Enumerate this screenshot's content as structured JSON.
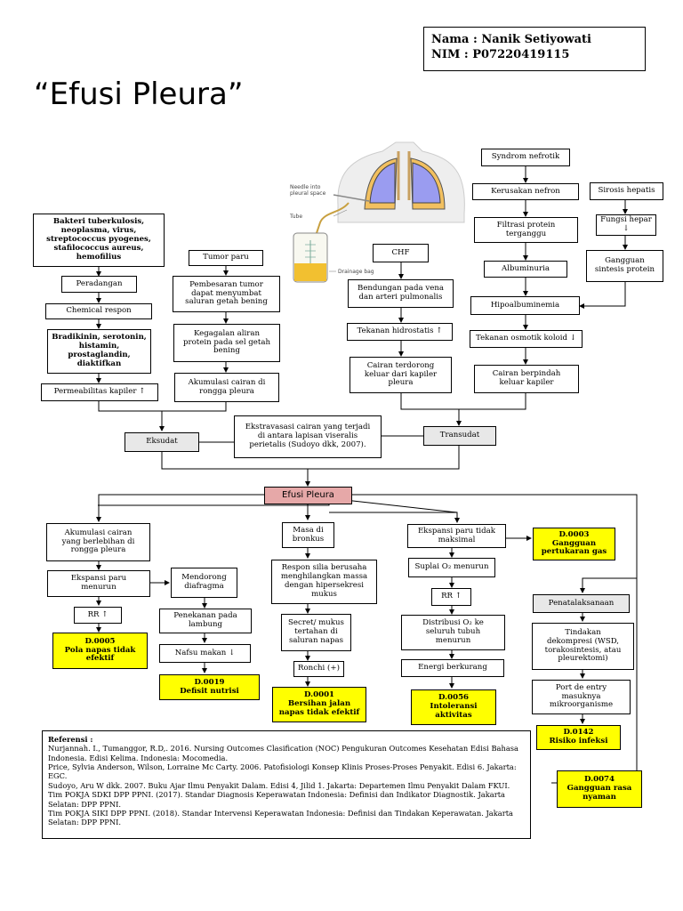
{
  "header": {
    "name_line": "Nama : Nanik Setiyowati",
    "nim_line": "NIM    : P07220419115"
  },
  "title": "“Efusi Pleura”",
  "illustration": {
    "needle_label": "Needle into\npleural space",
    "tube_label": "Tube",
    "bag_label": "Drainage bag"
  },
  "nodes": {
    "bakteri": "Bakteri tuberkulosis,\nneoplasma, virus,\nstreptococcus pyogenes,\nstafilococcus aureus,\nhemofilius",
    "peradangan": "Peradangan",
    "chemical": "Chemical respon",
    "bradikinin": "Bradikinin, serotonin,\nhistamin,\nprostaglandin,\ndiaktifkan",
    "permeabilitas": "Permeabilitas kapiler ↑",
    "tumor": "Tumor paru",
    "pembesaran": "Pembesaran tumor\ndapat menyumbat\nsaluran getah bening",
    "kegagalan": "Kegagalan aliran\nprotein pada sel getah\nbening",
    "akumulasi_rongga": "Akumulasi cairan di\nrongga pleura",
    "chf": "CHF",
    "bendungan": "Bendungan pada vena\ndan arteri pulmonalis",
    "hidrostatis": "Tekanan hidrostatis ↑",
    "cairan_terdorong": "Cairan terdorong\nkeluar dari kapiler\npleura",
    "syndrom": "Syndrom nefrotik",
    "kerusakan": "Kerusakan nefron",
    "filtrasi": "Filtrasi protein\nterganggu",
    "albuminuria": "Albuminuria",
    "hipoalbumin": "Hipoalbuminemia",
    "osmotik": "Tekanan osmotik koloid ↓",
    "cairan_berpindah": "Cairan berpindah\nkeluar kapiler",
    "sirosis": "Sirosis hepatis",
    "fungsi_hepar": "Fungsi hepar ↓",
    "gangguan_sintesis": "Gangguan\nsintesis protein",
    "eksudat": "Eksudat",
    "transudat": "Transudat",
    "ekstravasasi": "Ekstravasasi cairan yang terjadi\ndi antara lapisan viseralis\nperietalis (Sudoyo dkk, 2007).",
    "efusi": "Efusi Pleura",
    "akumulasi_berlebihan": "Akumulasi cairan\nyang berlebihan di\nrongga pleura",
    "ekspansi_menurun": "Ekspansi paru\nmenurun",
    "rr1": "RR ↑",
    "d0005": "D.0005\nPola napas tidak\nefektif",
    "mendorong": "Mendorong\ndiafragma",
    "penekanan": "Penekanan pada\nlambung",
    "nafsu": "Nafsu makan ↓",
    "d0019": "D.0019\nDefisit nutrisi",
    "masa": "Masa di\nbronkus",
    "respon_silia": "Respon silia berusaha\nmenghilangkan massa\ndengan hipersekresi\nmukus",
    "secret": "Secret/ mukus\ntertahan di\nsaluran napas",
    "ronchi": "Ronchi (+)",
    "d0001": "D.0001\nBersihan jalan\nnapas tidak efektif",
    "ekspansi_tidak": "Ekspansi paru tidak\nmaksimal",
    "d0003": "D.0003\nGangguan\npertukaran gas",
    "suplai": "Suplai O₂ menurun",
    "rr2": "RR ↑",
    "distribusi": "Distribusi O₂ ke\nseluruh tubuh\nmenurun",
    "energi": "Energi berkurang",
    "d0056": "D.0056\nIntoleransi\naktivitas",
    "penatalaksanaan": "Penatalaksanaan",
    "tindakan": "Tindakan\ndekompresi (WSD,\ntorakosintesis, atau\npleurektomi)",
    "port": "Port de entry\nmasuknya\nmikroorganisme",
    "d0142": "D.0142\nRisiko infeksi",
    "d0074": "D.0074\nGangguan rasa\nnyaman"
  },
  "references": {
    "heading": "Referensi :",
    "items": [
      "Nurjannah. I., Tumanggor, R.D,. 2016. Nursing Outcomes Clasification (NOC) Pengukuran Outcomes Kesehatan Edisi Bahasa Indonesia. Edisi Kelima. Indonesia: Mocomedia.",
      "Price, Sylvia Anderson, Wilson, Lorraine Mc Carty. 2006. Patofisiologi Konsep Klinis Proses-Proses Penyakit. Edisi 6. Jakarta: EGC.",
      "Sudoyo, Aru W dkk. 2007. Buku Ajar Ilmu Penyakit Dalam. Edisi 4, Jilid 1. Jakarta: Departemen Ilmu Penyakit Dalam FKUI.",
      "Tim POKJA SDKI DPP PPNI. (2017). Standar Diagnosis Keperawatan Indonesia: Definisi dan Indikator Diagnostik. Jakarta Selatan: DPP PPNI.",
      "Tim POKJA SIKI DPP PPNI. (2018). Standar Intervensi Keperawatan Indonesia: Definisi dan Tindakan Keperawatan. Jakarta Selatan: DPP PPNI."
    ]
  }
}
